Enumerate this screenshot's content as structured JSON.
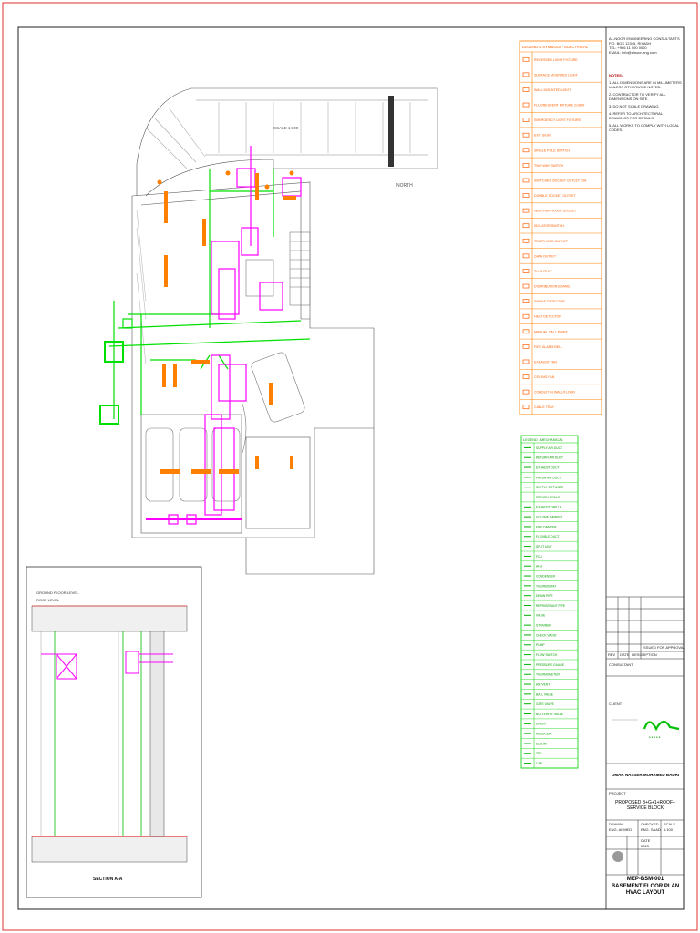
{
  "plan": {
    "north_label": "NORTH",
    "scale_note": "SCALE 1:100",
    "section_label": "SECTION A-A",
    "ground_level": "GROUND FLOOR LEVEL",
    "roof_level": "ROOF LEVEL"
  },
  "legend_electrical": {
    "title": "LEGEND & SYMBOLS - ELECTRICAL",
    "rows": [
      "RECESSED LIGHT FIXTURE",
      "SURFACE MOUNTED LIGHT",
      "WALL MOUNTED LIGHT",
      "FLUORESCENT FIXTURE 2x36W",
      "EMERGENCY LIGHT FIXTURE",
      "EXIT SIGN",
      "SINGLE POLE SWITCH",
      "TWO WAY SWITCH",
      "SWITCHED SOCKET OUTLET 13A",
      "DOUBLE SOCKET OUTLET",
      "WEATHERPROOF SOCKET",
      "ISOLATOR SWITCH",
      "TELEPHONE OUTLET",
      "DATA OUTLET",
      "TV OUTLET",
      "DISTRIBUTION BOARD",
      "SMOKE DETECTOR",
      "HEAT DETECTOR",
      "MANUAL CALL POINT",
      "FIRE ALARM BELL",
      "EXHAUST FAN",
      "CEILING FAN",
      "CONDUIT IN WALL/FLOOR",
      "CABLE TRAY"
    ]
  },
  "legend_mechanical": {
    "title": "LEGEND - MECHANICAL",
    "rows": [
      "SUPPLY AIR DUCT",
      "RETURN AIR DUCT",
      "EXHAUST DUCT",
      "FRESH AIR DUCT",
      "SUPPLY DIFFUSER",
      "RETURN GRILLE",
      "EXHAUST GRILLE",
      "VOLUME DAMPER",
      "FIRE DAMPER",
      "FLEXIBLE DUCT",
      "SPLIT UNIT",
      "FCU",
      "AHU",
      "CONDENSER",
      "THERMOSTAT",
      "DRAIN PIPE",
      "REFRIGERANT PIPE",
      "VALVE",
      "STRAINER",
      "CHECK VALVE",
      "PUMP",
      "FLOW SWITCH",
      "PRESSURE GAUGE",
      "THERMOMETER",
      "AIR VENT",
      "BALL VALVE",
      "GATE VALVE",
      "BUTTERFLY VALVE",
      "UNION",
      "REDUCER",
      "ELBOW",
      "TEE",
      "CAP"
    ]
  },
  "titleblock": {
    "firm_lines": [
      "AL-NOOR ENGINEERING CONSULTANTS",
      "P.O. BOX 12345, RIYADH",
      "TEL: +966 11 000 0000",
      "EMAIL: info@alnoor-eng.com"
    ],
    "notes_title": "NOTES:",
    "notes": [
      "1. ALL DIMENSIONS ARE IN MILLIMETERS UNLESS OTHERWISE NOTED.",
      "2. CONTRACTOR TO VERIFY ALL DIMENSIONS ON SITE.",
      "3. DO NOT SCALE DRAWING.",
      "4. REFER TO ARCHITECTURAL DRAWINGS FOR DETAILS.",
      "5. ALL WORKS TO COMPLY WITH LOCAL CODES."
    ],
    "revision_row": "ISSUED FOR APPROVAL",
    "rev_headers": [
      "REV",
      "DATE",
      "DESCRIPTION"
    ],
    "consultant_label": "CONSULTANT",
    "client_label": "CLIENT",
    "client_name": "OMAR NASSER MOHAMED BADRI",
    "project_label": "PROJECT",
    "project_name": "PROPOSED B+G+1+ROOF+ SERVICE BLOCK",
    "drawn_label": "DRAWN",
    "drawn_value": "ENG. AHMED",
    "checked_label": "CHECKED",
    "checked_value": "ENG. SAAD",
    "scale_label": "SCALE",
    "scale_value": "1:100",
    "date_label": "DATE",
    "date_value": "2023",
    "dwg_no": "MEP-BSM-001",
    "sheet_title": "BASEMENT FLOOR PLAN HVAC LAYOUT"
  }
}
